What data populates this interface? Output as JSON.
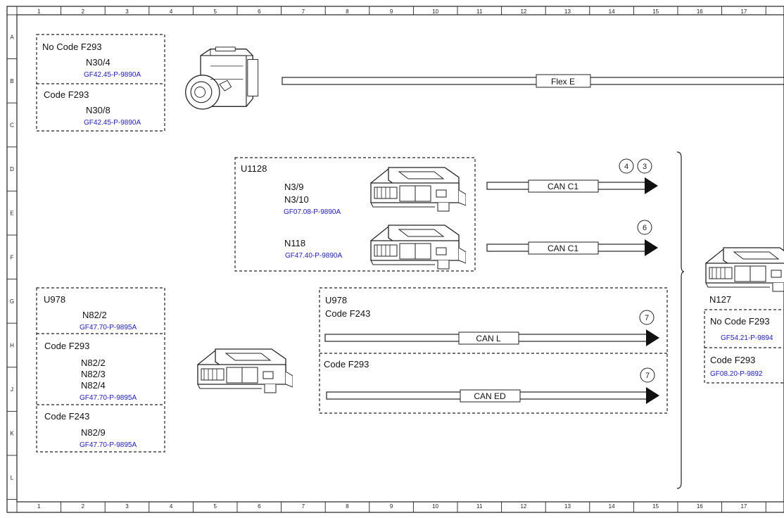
{
  "grid": {
    "columns": [
      "1",
      "2",
      "3",
      "4",
      "5",
      "6",
      "7",
      "8",
      "9",
      "10",
      "11",
      "12",
      "13",
      "14",
      "15",
      "16",
      "17"
    ],
    "rows": [
      "A",
      "B",
      "C",
      "D",
      "E",
      "F",
      "G",
      "H",
      "J",
      "K",
      "L"
    ]
  },
  "top_left": {
    "no_code_label": "No Code F293",
    "no_code_module": "N30/4",
    "no_code_ref": "GF42.45-P-9890A",
    "code_label": "Code F293",
    "code_module": "N30/8",
    "code_ref": "GF42.45-P-9890A"
  },
  "flex_e": {
    "label": "Flex E"
  },
  "u1128": {
    "title": "U1128",
    "module_a": "N3/9",
    "module_b": "N3/10",
    "ref_a": "GF07.08-P-9890A",
    "module_c": "N118",
    "ref_c": "GF47.40-P-9890A"
  },
  "bus_can_c1_a": {
    "label": "CAN C1",
    "markers": [
      "4",
      "3"
    ]
  },
  "bus_can_c1_b": {
    "label": "CAN C1",
    "markers": [
      "6"
    ]
  },
  "left_group": {
    "u978_label": "U978",
    "u978_module": "N82/2",
    "u978_ref": "GF47.70-P-9895A",
    "f293_label": "Code F293",
    "f293_modules": [
      "N82/2",
      "N82/3",
      "N82/4"
    ],
    "f293_ref": "GF47.70-P-9895A",
    "f243_label": "Code F243",
    "f243_module": "N82/9",
    "f243_ref": "GF47.70-P-9895A"
  },
  "can_box": {
    "u978_label": "U978",
    "f243_label": "Code F243",
    "can_l_label": "CAN L",
    "can_l_marker": "7",
    "f293_label": "Code F293",
    "can_ed_label": "CAN ED",
    "can_ed_marker": "7"
  },
  "n127": {
    "title": "N127",
    "no_code_label": "No Code F293",
    "no_code_ref": "GF54.21-P-9894",
    "code_label": "Code F293",
    "code_ref": "GF08.20-P-9892"
  }
}
